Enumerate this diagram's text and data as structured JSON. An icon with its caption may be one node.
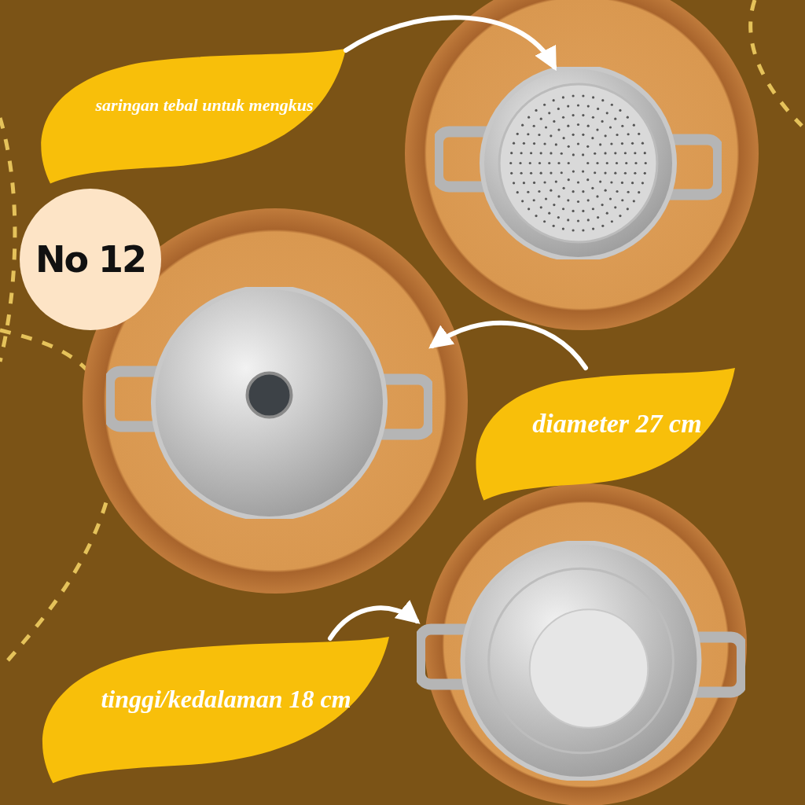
{
  "diagram": {
    "nodes": [
      {
        "text": [
          "saringan tebal untuk mengkus"
        ]
      },
      {
        "text": [],
        "shape": "picture"
      },
      {
        "text": [
          "No 12"
        ]
      },
      {
        "text": [],
        "shape": "picture"
      },
      {
        "text": [
          "diameter 27 cm"
        ]
      },
      {
        "text": [],
        "shape": "picture"
      },
      {
        "text": [
          "tinggi/kedalaman 18 cm"
        ]
      }
    ],
    "edges": [
      {
        "from": 0,
        "to": 1,
        "arrow": "to"
      },
      {
        "from": 4,
        "to": 3,
        "arrow": "to"
      },
      {
        "from": 6,
        "to": 5,
        "arrow": "to"
      }
    ]
  }
}
